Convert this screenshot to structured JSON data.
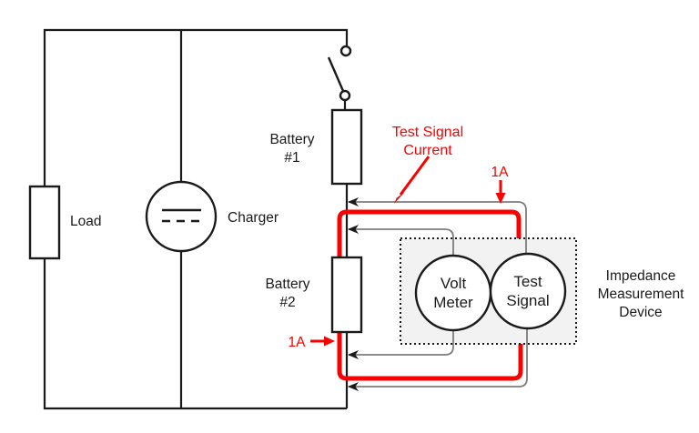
{
  "components": {
    "load": {
      "label": "Load"
    },
    "charger": {
      "label": "Charger"
    },
    "battery1": {
      "label_line1": "Battery",
      "label_line2": "#1"
    },
    "battery2": {
      "label_line1": "Battery",
      "label_line2": "#2"
    },
    "volt_meter": {
      "label_line1": "Volt",
      "label_line2": "Meter"
    },
    "test_signal": {
      "label_line1": "Test",
      "label_line2": "Signal"
    },
    "impedance_device": {
      "label_line1": "Impedance",
      "label_line2": "Measurement",
      "label_line3": "Device"
    }
  },
  "annotations": {
    "test_signal_current": {
      "line1": "Test Signal",
      "line2": "Current"
    },
    "current_top": "1A",
    "current_bottom": "1A"
  },
  "colors": {
    "wire_black": "#1a1a1a",
    "test_current_red": "#fb0000",
    "sense_wire_gray": "#7d7d7d",
    "device_box_fill": "#f2f2f2"
  }
}
